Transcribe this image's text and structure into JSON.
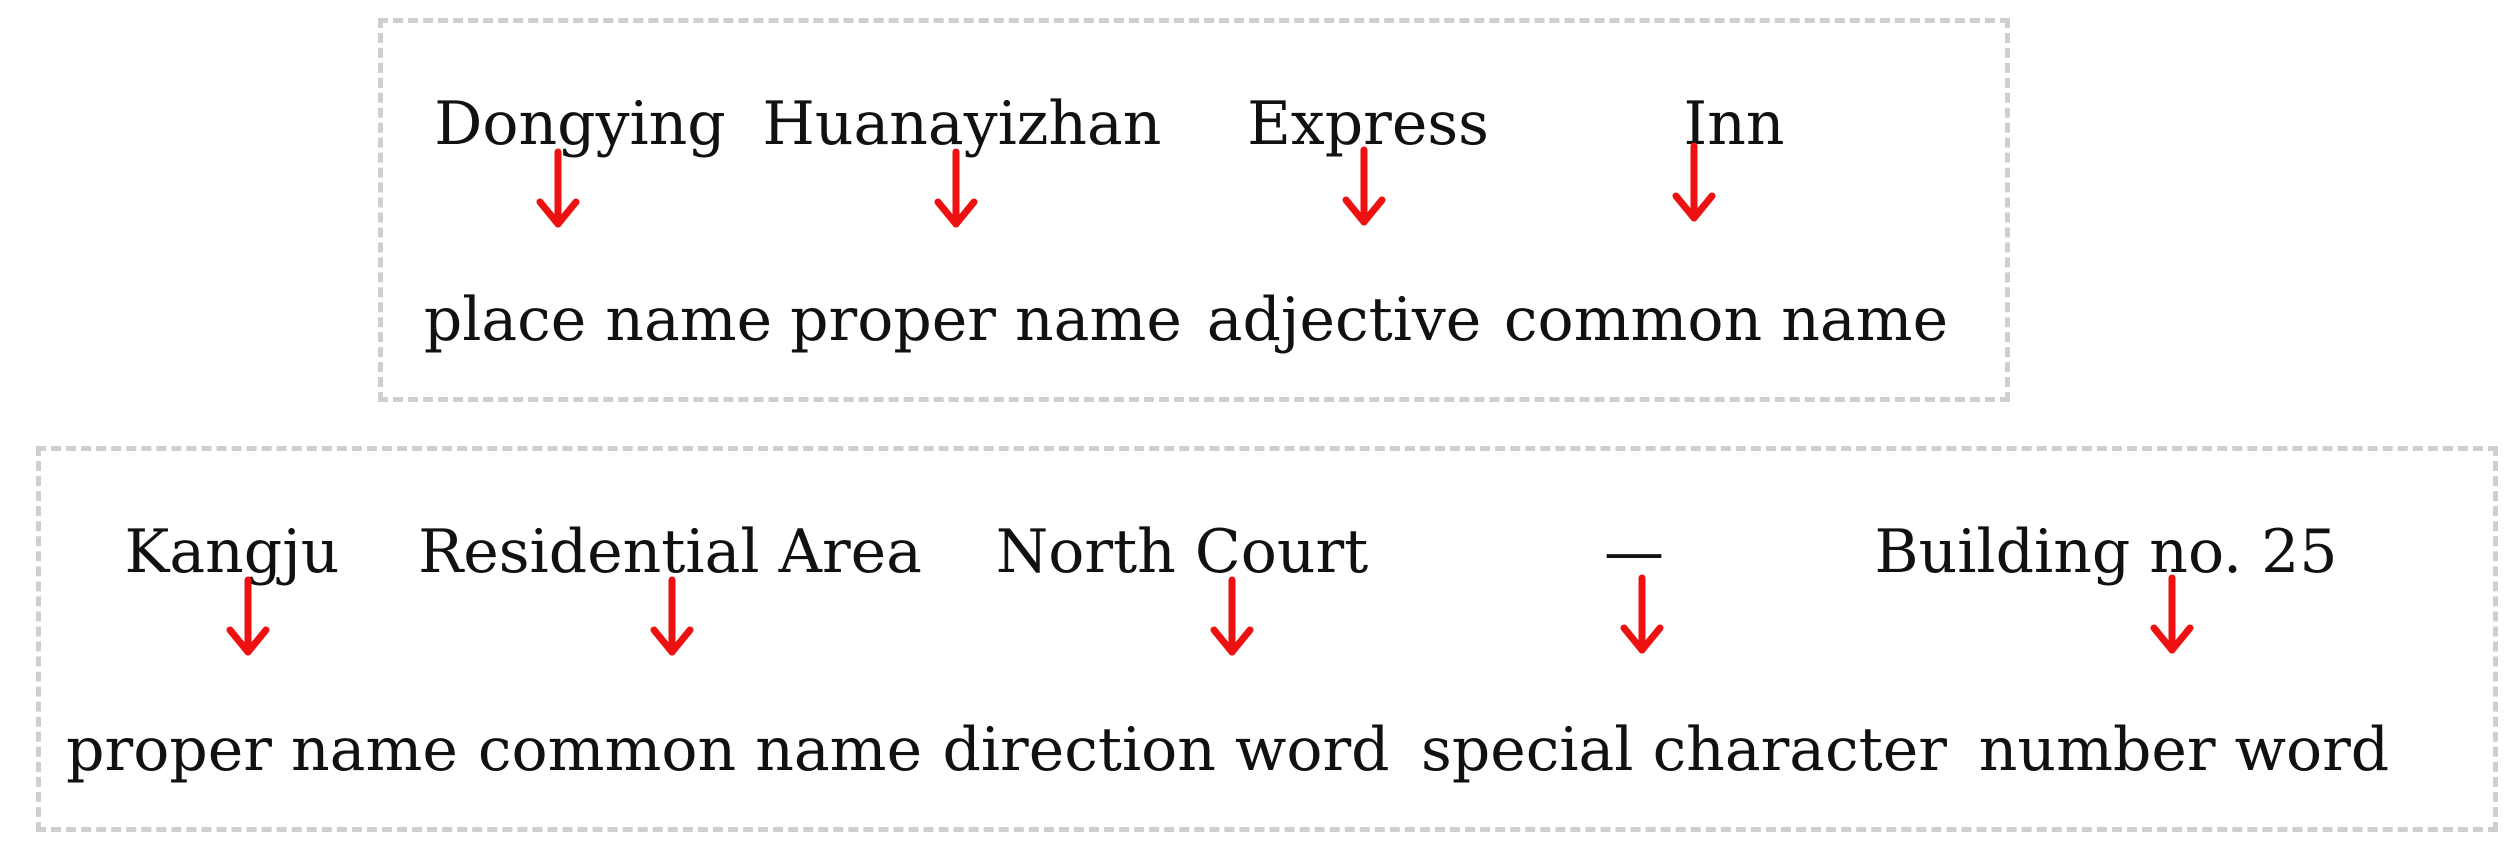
{
  "diagram": {
    "colors": {
      "arrow": "#ee1111",
      "border": "#cfcfcf",
      "text": "#111111"
    },
    "example1": {
      "tokens": [
        {
          "word": "Dongying",
          "tag": "place name"
        },
        {
          "word": "Huanayizhan",
          "tag": "proper name"
        },
        {
          "word": "Express",
          "tag": "adjective"
        },
        {
          "word": "Inn",
          "tag": "common name"
        }
      ]
    },
    "example2": {
      "tokens": [
        {
          "word": "Kangju",
          "tag": "proper name"
        },
        {
          "word": "Residential Area",
          "tag": "common name"
        },
        {
          "word": "North Court",
          "tag": "direction word"
        },
        {
          "word": "—",
          "tag": "special character"
        },
        {
          "word": "Building no. 25",
          "tag": "number word"
        }
      ]
    }
  }
}
